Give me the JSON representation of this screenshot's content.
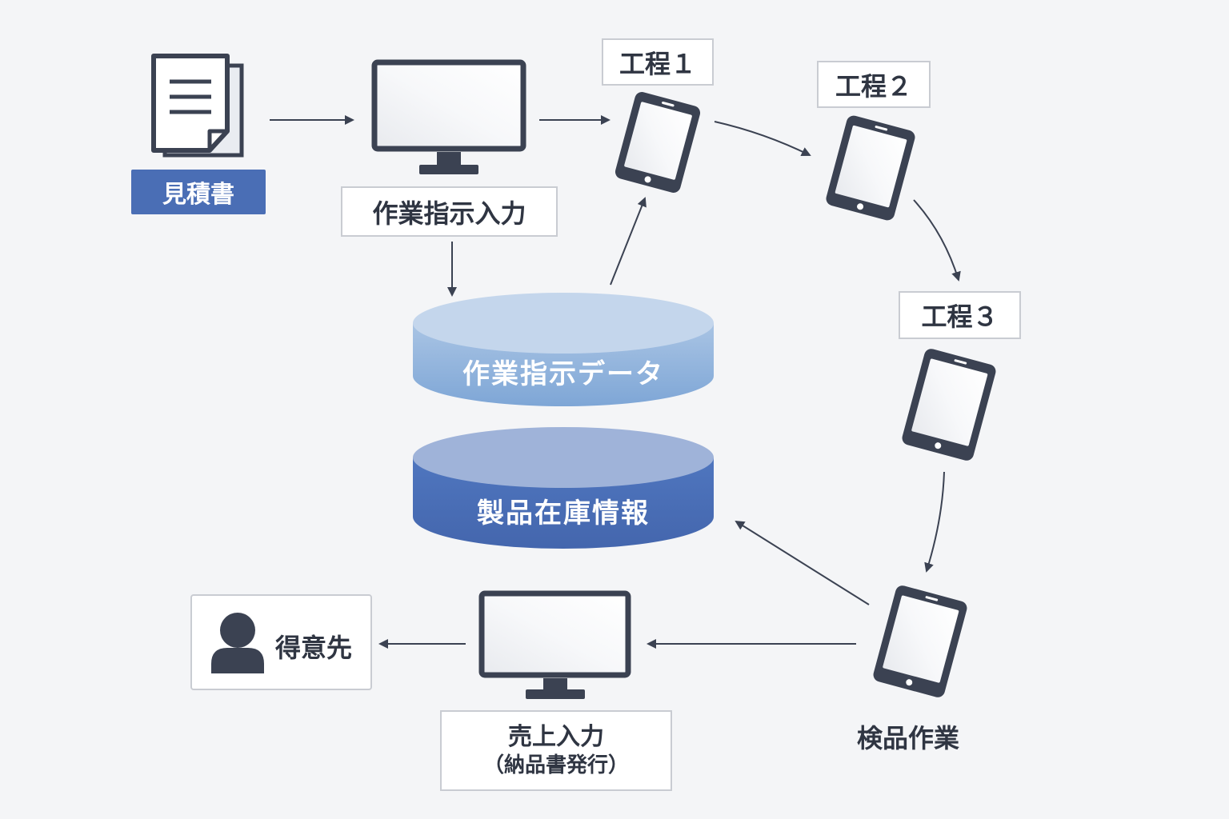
{
  "colors": {
    "background": "#f4f5f7",
    "icon_dark": "#3b4252",
    "accent_blue": "#4a6eb5",
    "db_light": "#8fb2db",
    "db_dark": "#4a6eb5",
    "label_border": "#c9ccd2"
  },
  "nodes": {
    "quote": {
      "label": "見積書",
      "icon": "document-icon"
    },
    "work_order_input": {
      "label": "作業指示入力",
      "icon": "monitor-icon"
    },
    "step1": {
      "label": "工程１",
      "icon": "tablet-icon"
    },
    "step2": {
      "label": "工程２",
      "icon": "tablet-icon"
    },
    "step3": {
      "label": "工程３",
      "icon": "tablet-icon"
    },
    "work_order_data": {
      "label": "作業指示データ",
      "icon": "database-icon"
    },
    "inventory": {
      "label": "製品在庫情報",
      "icon": "database-icon"
    },
    "inspection": {
      "label": "検品作業",
      "icon": "tablet-icon"
    },
    "sales_input": {
      "label_line1": "売上入力",
      "label_line2": "（納品書発行）",
      "icon": "monitor-icon"
    },
    "customer": {
      "label": "得意先",
      "icon": "person-icon"
    }
  }
}
